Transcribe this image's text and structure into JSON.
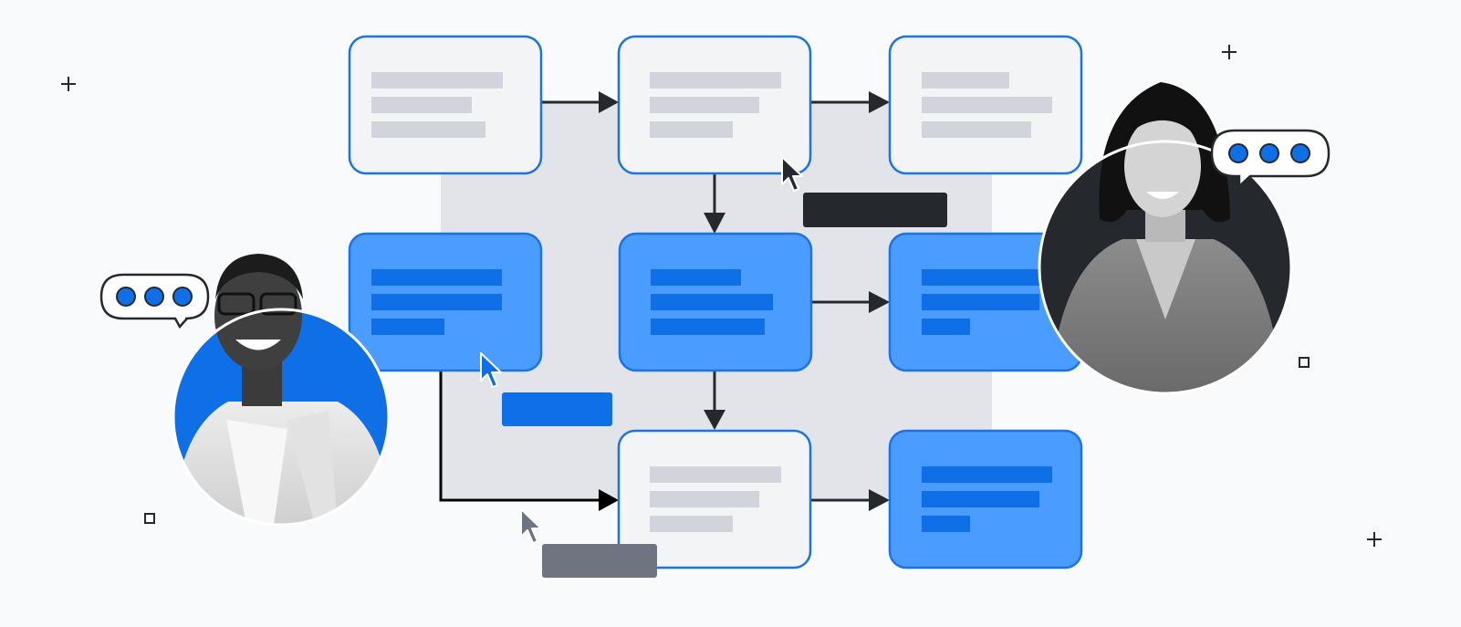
{
  "colors": {
    "background": "#f8fafc",
    "backdrop": "#e2e4e9",
    "card_light_fill": "#f3f4f6",
    "card_light_bar": "#d1d5db",
    "card_blue_fill": "#4b9cff",
    "card_blue_bar": "#0f6fe6",
    "card_border": "#1a73e8",
    "arrow": "#25292e",
    "dark_label": "#25292e",
    "blue_label": "#0f6fe6",
    "gray_label": "#6f7580",
    "bubble_dot": "#0f6fe6",
    "bubble_stroke": "#25292e",
    "avatar_left_bg": "#0f6fe6",
    "avatar_right_bg": "#25292e"
  },
  "cards": [
    {
      "id": "card-r1c1",
      "variant": "light",
      "bars": 3
    },
    {
      "id": "card-r1c2",
      "variant": "light",
      "bars": 3
    },
    {
      "id": "card-r1c3",
      "variant": "light",
      "bars": 3
    },
    {
      "id": "card-r2c1",
      "variant": "blue",
      "bars": 3
    },
    {
      "id": "card-r2c2",
      "variant": "blue",
      "bars": 3
    },
    {
      "id": "card-r2c3",
      "variant": "blue",
      "bars": 3
    },
    {
      "id": "card-r3c2",
      "variant": "light",
      "bars": 3
    },
    {
      "id": "card-r3c3",
      "variant": "blue",
      "bars": 3
    }
  ],
  "connections": [
    {
      "from": "card-r1c1",
      "to": "card-r1c2"
    },
    {
      "from": "card-r1c2",
      "to": "card-r1c3"
    },
    {
      "from": "card-r1c2",
      "to": "card-r2c2"
    },
    {
      "from": "card-r2c2",
      "to": "card-r2c3"
    },
    {
      "from": "card-r2c2",
      "to": "card-r3c2"
    },
    {
      "from": "card-r2c1",
      "to": "card-r3c2"
    },
    {
      "from": "card-r3c2",
      "to": "card-r3c3"
    }
  ],
  "cursors": [
    {
      "id": "cursor-dark",
      "color": "dark",
      "label_color": "dark"
    },
    {
      "id": "cursor-blue",
      "color": "blue",
      "label_color": "blue"
    },
    {
      "id": "cursor-gray",
      "color": "gray",
      "label_color": "gray"
    }
  ],
  "people": [
    {
      "id": "person-left",
      "icon": "person-photo-icon",
      "speech_bubble_dots": 3
    },
    {
      "id": "person-right",
      "icon": "person-photo-icon",
      "speech_bubble_dots": 3
    }
  ],
  "decorations": [
    "plus-icon",
    "plus-icon",
    "plus-icon",
    "square-icon",
    "square-icon"
  ]
}
